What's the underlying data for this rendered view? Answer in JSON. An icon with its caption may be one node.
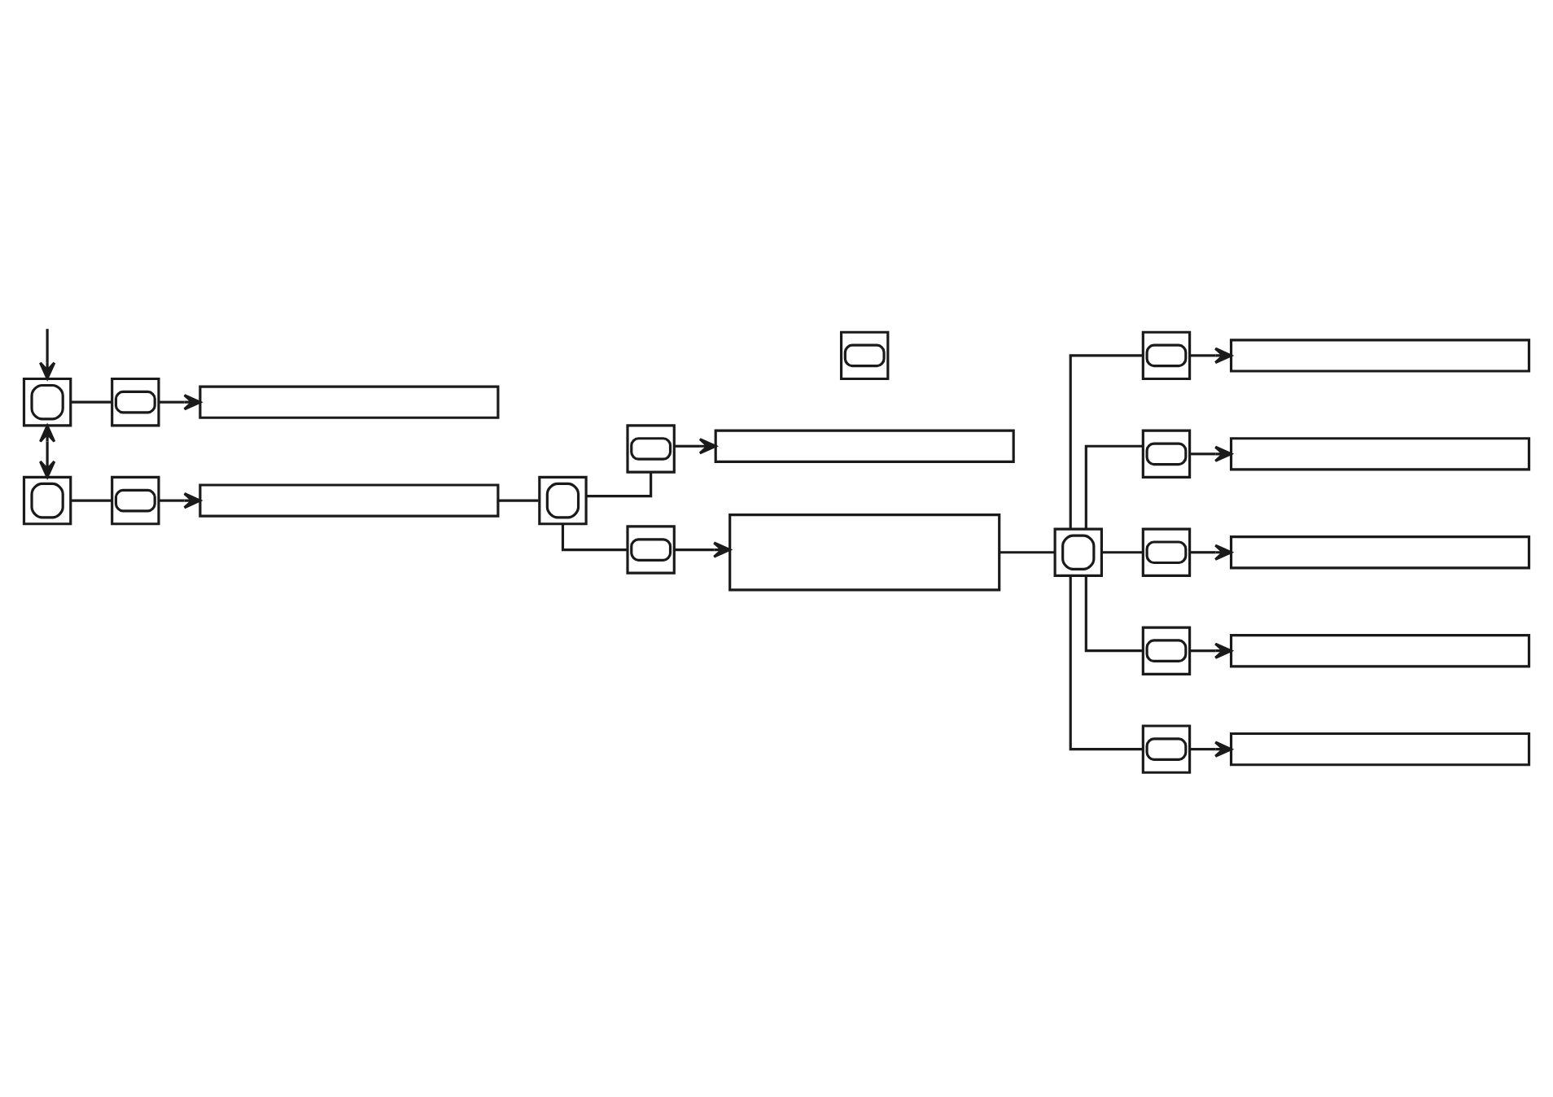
{
  "diagram": {
    "nodes": [
      {
        "text": [],
        "shape": "picture"
      },
      {
        "text": [],
        "shape": "picture"
      },
      {
        "text": [],
        "shape": "box"
      },
      {
        "text": [],
        "shape": "picture"
      },
      {
        "text": [],
        "shape": "picture"
      },
      {
        "text": [],
        "shape": "box"
      },
      {
        "text": [],
        "shape": "picture"
      },
      {
        "text": [],
        "shape": "picture"
      },
      {
        "text": [],
        "shape": "box"
      },
      {
        "text": [],
        "shape": "picture"
      },
      {
        "text": [],
        "shape": "box"
      },
      {
        "text": [],
        "shape": "picture"
      },
      {
        "text": [],
        "shape": "picture"
      },
      {
        "text": [],
        "shape": "box"
      },
      {
        "text": [],
        "shape": "picture"
      },
      {
        "text": [],
        "shape": "box"
      },
      {
        "text": [],
        "shape": "picture"
      },
      {
        "text": [],
        "shape": "picture"
      },
      {
        "text": [],
        "shape": "box"
      },
      {
        "text": [],
        "shape": "picture"
      },
      {
        "text": [],
        "shape": "box"
      },
      {
        "text": [],
        "shape": "picture"
      },
      {
        "text": [],
        "shape": "box"
      }
    ],
    "edges": [
      {
        "from": null,
        "to": 0,
        "arrow": "to"
      },
      {
        "from": 0,
        "to": 3,
        "arrow": "both"
      },
      {
        "from": 0,
        "to": 1,
        "arrow": "none"
      },
      {
        "from": 1,
        "to": 2,
        "arrow": "to"
      },
      {
        "from": 3,
        "to": 4,
        "arrow": "none"
      },
      {
        "from": 4,
        "to": 5,
        "arrow": "to"
      },
      {
        "from": 5,
        "to": 6,
        "arrow": "none"
      },
      {
        "from": 6,
        "to": 7,
        "arrow": "none"
      },
      {
        "from": 7,
        "to": 8,
        "arrow": "to"
      },
      {
        "from": 6,
        "to": 14,
        "arrow": "none"
      },
      {
        "from": 14,
        "to": 15,
        "arrow": "to"
      },
      {
        "from": 15,
        "to": 16,
        "arrow": "none"
      },
      {
        "from": 16,
        "to": 9,
        "arrow": "none"
      },
      {
        "from": 16,
        "to": 12,
        "arrow": "none"
      },
      {
        "from": 16,
        "to": 17,
        "arrow": "none"
      },
      {
        "from": 16,
        "to": 19,
        "arrow": "none"
      },
      {
        "from": 16,
        "to": 21,
        "arrow": "none"
      },
      {
        "from": 9,
        "to": 10,
        "arrow": "to"
      },
      {
        "from": 12,
        "to": 13,
        "arrow": "to"
      },
      {
        "from": 17,
        "to": 18,
        "arrow": "to"
      },
      {
        "from": 19,
        "to": 20,
        "arrow": "to"
      },
      {
        "from": 21,
        "to": 22,
        "arrow": "to"
      }
    ]
  }
}
